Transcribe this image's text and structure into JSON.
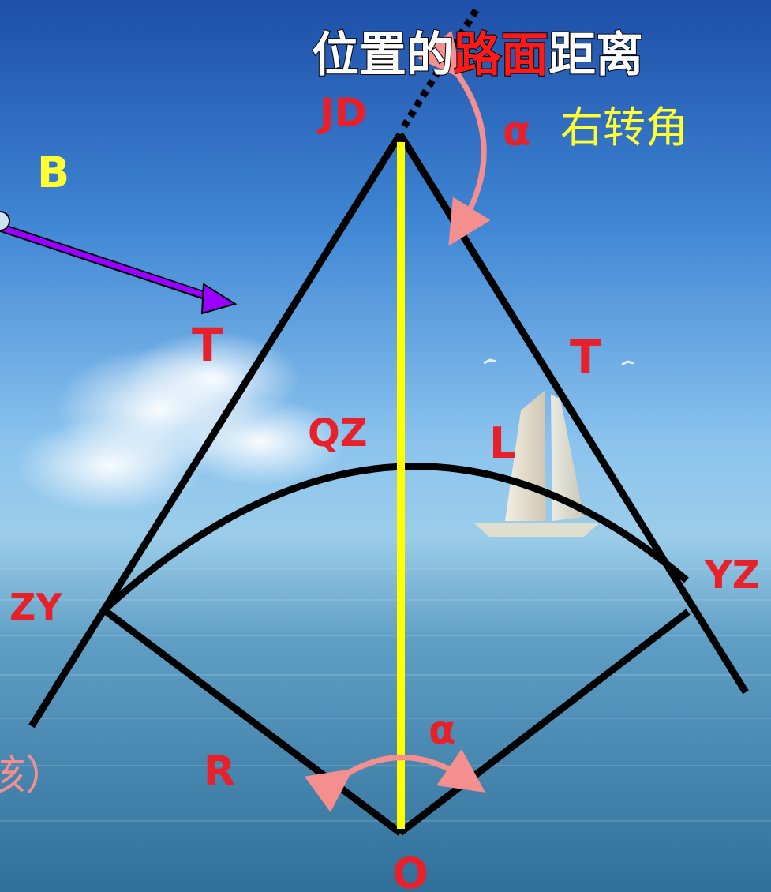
{
  "title": {
    "part1": "位置的",
    "part2": "路面",
    "part3": "距离"
  },
  "labels": {
    "jd": "JD",
    "alpha_top": "α",
    "right_turn": "右转角",
    "b": "B",
    "t_left": "T",
    "t_right": "T",
    "qz": "QZ",
    "l": "L",
    "zy": "ZY",
    "yz": "YZ",
    "alpha_bottom": "α",
    "r": "R",
    "o": "O",
    "partial_text": "核）"
  },
  "colors": {
    "title_white": "#ffffff",
    "title_red": "#ff1a1a",
    "label_red": "#e8202a",
    "label_yellow": "#ffff33",
    "label_pink": "#f58f8f",
    "bisector": "#ffff00",
    "arrow_purple": "#9900ff",
    "lines": "#000000"
  }
}
